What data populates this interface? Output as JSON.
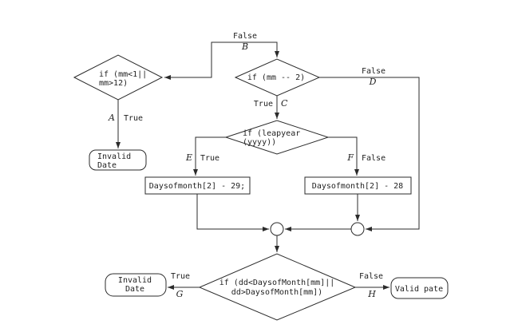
{
  "diagram": {
    "background": "#ffffff",
    "line_color": "#2b2b2b",
    "text_color": "#1f1f1f",
    "nodes": {
      "check_month_range": {
        "type": "decision",
        "line1": "if (mm<1||",
        "line2": "mm>12)"
      },
      "check_month_is_feb": {
        "type": "decision",
        "text": "if (mm -- 2)"
      },
      "check_leapyear": {
        "type": "decision",
        "line1": "if (leapyear",
        "line2": "(yyyy))"
      },
      "set_days_29": {
        "type": "process",
        "text": "Daysofmonth[2] - 29;"
      },
      "set_days_28": {
        "type": "process",
        "text": "Daysofmonth[2] - 28"
      },
      "check_day_range": {
        "type": "decision",
        "line1": "if (dd<DaysofMonth[mm]||",
        "line2": "dd>DaysofMonth[mm])"
      },
      "invalid_date_top": {
        "type": "terminal",
        "line1": "Invalid",
        "line2": "Date"
      },
      "invalid_date_bottom": {
        "type": "terminal",
        "line1": "Invalid",
        "line2": "Date"
      },
      "valid_date": {
        "type": "terminal",
        "text": "Valid pate"
      }
    },
    "branches": {
      "a": {
        "letter": "A",
        "label": "True"
      },
      "b": {
        "letter": "B",
        "label": "False"
      },
      "c": {
        "letter": "C",
        "label": "True"
      },
      "d": {
        "letter": "D",
        "label": "False"
      },
      "e": {
        "letter": "E",
        "label": "True"
      },
      "f": {
        "letter": "F",
        "label": "False"
      },
      "g": {
        "letter": "G",
        "label": "True"
      },
      "h": {
        "letter": "H",
        "label": "False"
      }
    }
  }
}
